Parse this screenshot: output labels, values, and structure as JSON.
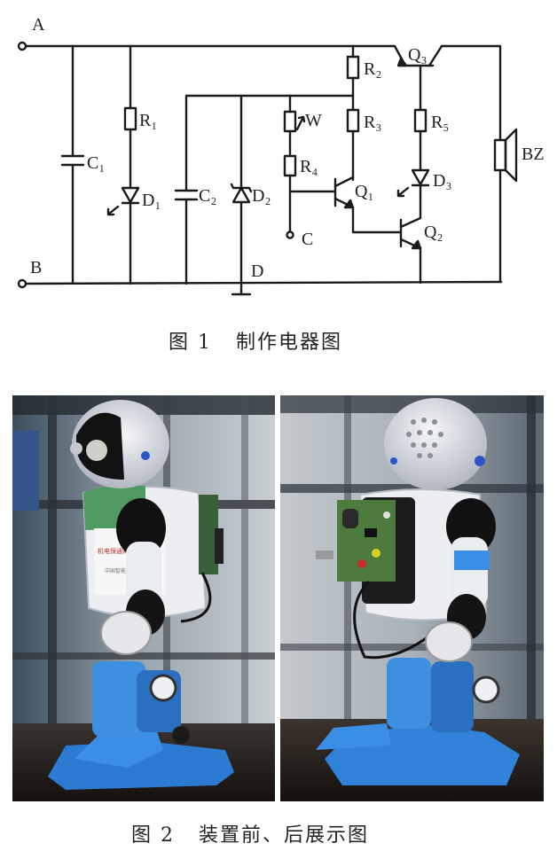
{
  "figure1": {
    "caption": "图 1   制作电器图",
    "terminals": {
      "top": "A",
      "bottom": "B"
    },
    "node_labels": {
      "ground_node": "D",
      "probe": "C"
    },
    "components": {
      "c1": "C₁",
      "r1": "R₁",
      "d1": "D₁",
      "c2": "C₂",
      "d2": "D₂",
      "w": "W",
      "r4": "R₄",
      "r2": "R₂",
      "r3": "R₃",
      "q1": "Q₁",
      "q2": "Q₂",
      "q3": "Q₃",
      "r5": "R₅",
      "d3": "D₃",
      "bz": "BZ"
    }
  },
  "figure2": {
    "caption": "图 2   装置前、后展示图",
    "front_chest_text_1": "机电保通知机器人",
    "front_chest_text_2": "中国智能科技创新服务"
  }
}
